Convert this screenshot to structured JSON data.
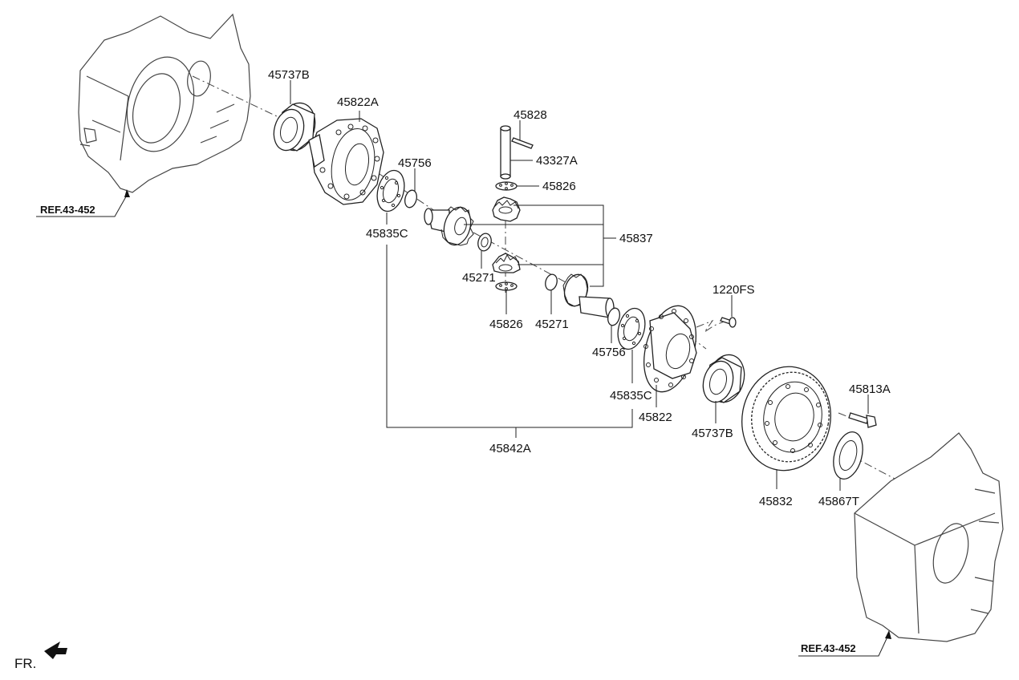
{
  "labels": {
    "p45737b_top": "45737B",
    "p45822a": "45822A",
    "p45828": "45828",
    "p43327a": "43327A",
    "p45756_top": "45756",
    "p45826_top": "45826",
    "p45835c_left": "45835C",
    "p45837": "45837",
    "p45271_left": "45271",
    "p45271_mid": "45271",
    "p45826_bottom": "45826",
    "p1220fs": "1220FS",
    "p45756_bottom": "45756",
    "p45835c_right": "45835C",
    "p45822": "45822",
    "p45737b_bottom": "45737B",
    "p45813a": "45813A",
    "p45842a": "45842A",
    "p45832": "45832",
    "p45867t": "45867T",
    "ref_top": "REF.43-452",
    "ref_bottom": "REF.43-452",
    "front": "FR."
  }
}
